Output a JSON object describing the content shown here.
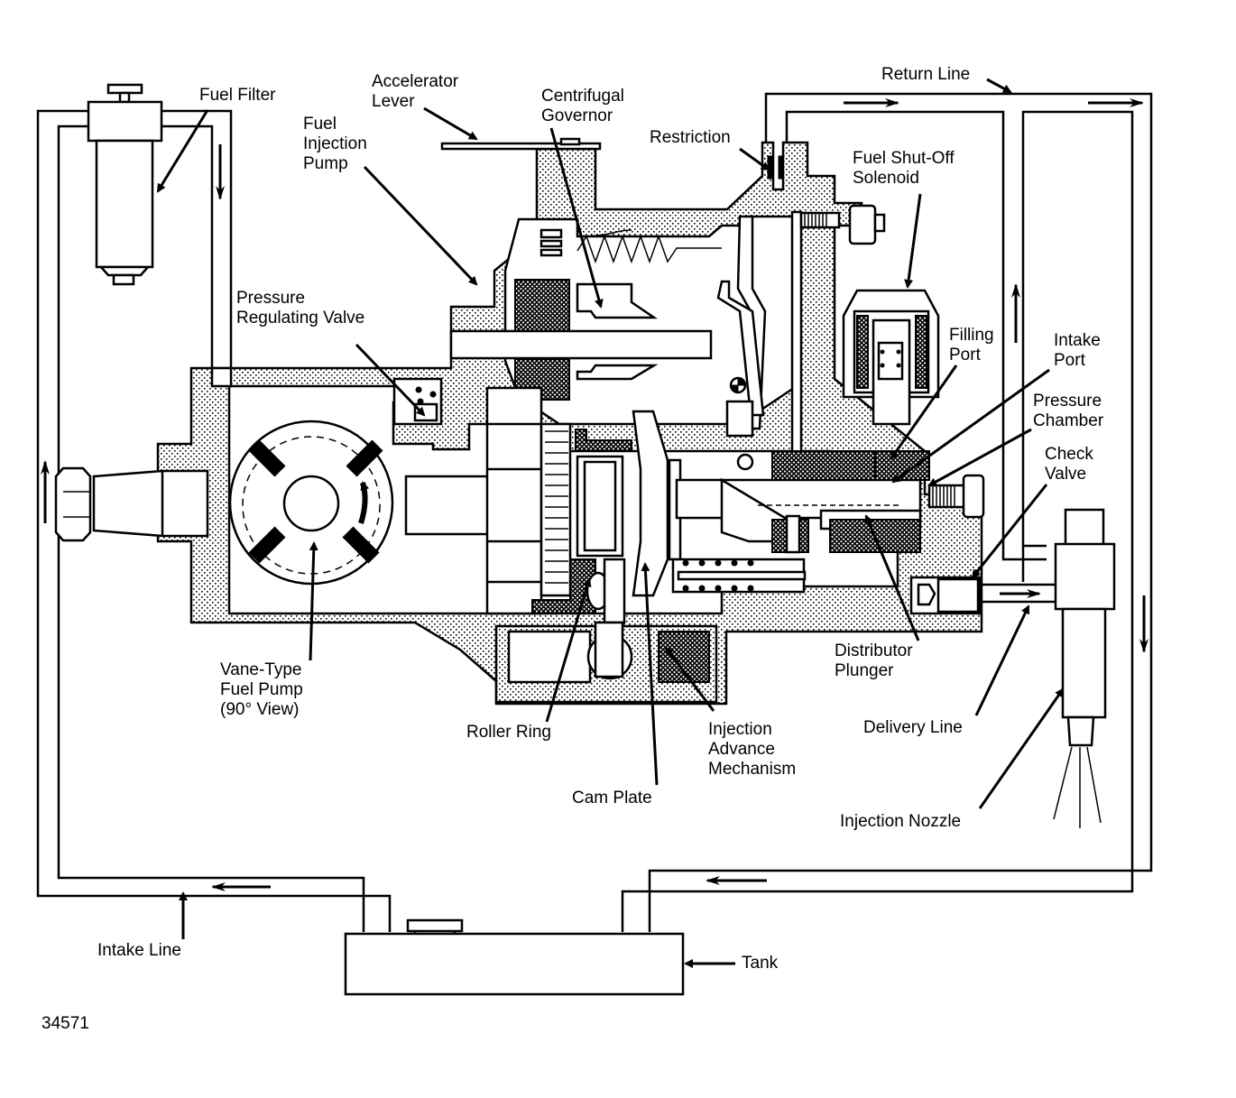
{
  "figure": {
    "figure_number": "34571",
    "title": "Diesel fuel injection system with distributor-type injection pump",
    "background_color": "#ffffff",
    "ink_color": "#000000"
  },
  "labels": {
    "fuel_filter": "Fuel Filter",
    "accelerator_lever": "Accelerator\nLever",
    "fuel_injection_pump": "Fuel\nInjection\nPump",
    "centrifugal_governor": "Centrifugal\nGovernor",
    "restriction": "Restriction",
    "return_line": "Return Line",
    "fuel_shutoff_solenoid": "Fuel Shut-Off\nSolenoid",
    "pressure_regulating_valve": "Pressure\nRegulating Valve",
    "filling_port": "Filling\nPort",
    "intake_port": "Intake\nPort",
    "pressure_chamber": "Pressure\nChamber",
    "check_valve": "Check\nValve",
    "vane_type_fuel_pump": "Vane-Type\nFuel Pump\n(90° View)",
    "roller_ring": "Roller Ring",
    "injection_advance_mechanism": "Injection\nAdvance\nMechanism",
    "cam_plate": "Cam Plate",
    "distributor_plunger": "Distributor\nPlunger",
    "delivery_line": "Delivery Line",
    "injection_nozzle": "Injection Nozzle",
    "intake_line": "Intake Line",
    "tank": "Tank"
  },
  "components": [
    {
      "id": "fuel-filter",
      "name": "Fuel Filter"
    },
    {
      "id": "fuel-tank",
      "name": "Tank"
    },
    {
      "id": "injection-pump",
      "name": "Fuel Injection Pump"
    },
    {
      "id": "vane-pump",
      "name": "Vane-Type Fuel Pump"
    },
    {
      "id": "governor",
      "name": "Centrifugal Governor"
    },
    {
      "id": "solenoid",
      "name": "Fuel Shut-Off Solenoid"
    },
    {
      "id": "injection-nozzle",
      "name": "Injection Nozzle"
    }
  ],
  "flow_directions": {
    "intake_line": "from tank to filter to pump",
    "return_line": "from pump to tank",
    "delivery_line": "from pump to nozzle"
  }
}
